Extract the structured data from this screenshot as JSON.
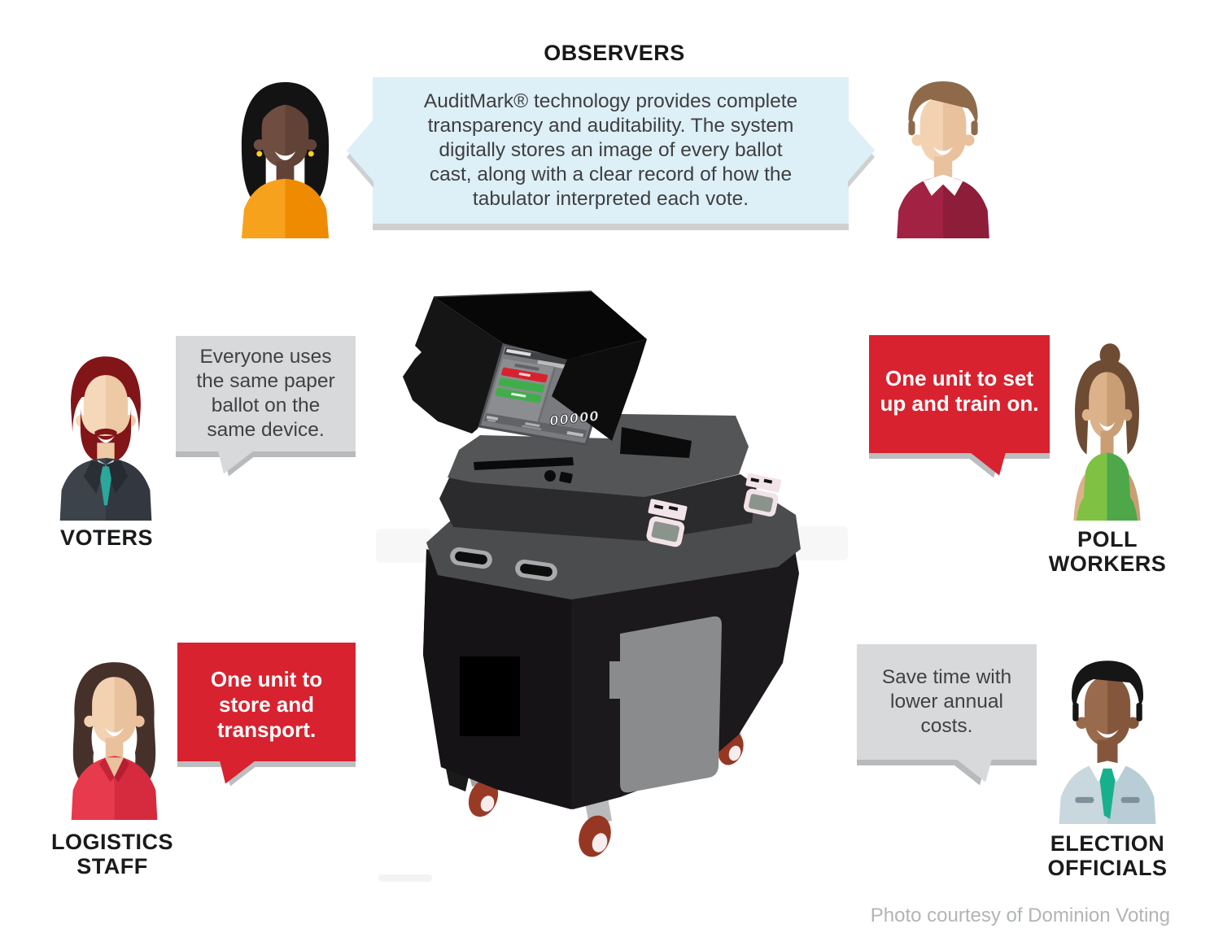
{
  "observers": {
    "title": "OBSERVERS",
    "bubble_lines": [
      "AuditMark® technology provides complete",
      "transparency and auditability. The system",
      "digitally stores an image of every ballot",
      "cast, along with a clear record of how the",
      "tabulator interpreted each vote."
    ]
  },
  "voters": {
    "label": "VOTERS",
    "bubble_lines": [
      "Everyone uses",
      "the same paper",
      "ballot on the",
      "same device."
    ]
  },
  "poll_workers": {
    "label_lines": [
      "POLL",
      "WORKERS"
    ],
    "bubble_lines": [
      "One unit to set",
      "up and train on."
    ]
  },
  "logistics_staff": {
    "label_lines": [
      "LOGISTICS",
      "STAFF"
    ],
    "bubble_lines": [
      "One unit to",
      "store and",
      "transport."
    ]
  },
  "election_officials": {
    "label_lines": [
      "ELECTION",
      "OFFICIALS"
    ],
    "bubble_lines": [
      "Save time with",
      "lower annual",
      "costs."
    ]
  },
  "machine": {
    "screen_counter": "00000"
  },
  "footer": {
    "credit": "Photo courtesy of Dominion Voting"
  },
  "avatars": {
    "observer_left": "woman-black-hair-orange-top",
    "observer_right": "man-brown-hair-red-sweater",
    "voter": "man-red-beard-dark-suit-teal-tie",
    "poll_worker": "woman-brown-bun-green-top",
    "logistics": "woman-dark-wavy-hair-red-dress",
    "election_official": "man-black-hair-blue-shirt-teal-tie"
  },
  "colors": {
    "bubble_red": "#d8222f",
    "bubble_gray": "#d8d9da",
    "bubble_blue": "#ddeff7",
    "label_text": "#191a1c",
    "credit_text": "#b2b4b6",
    "screen_red_button": "#d7212d",
    "screen_green_button": "#3fae4a"
  }
}
